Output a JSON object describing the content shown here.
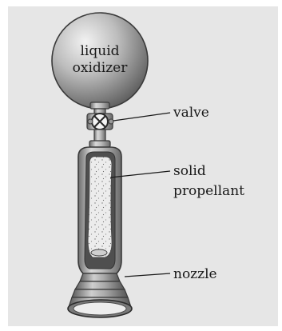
{
  "diagram": {
    "tank_label_line1": "liquid",
    "tank_label_line2": "oxidizer",
    "labels": {
      "valve": "valve",
      "solid_line1": "solid",
      "solid_line2": "propellant",
      "nozzle": "nozzle"
    },
    "colors": {
      "background": "#e6e6e6",
      "metal_dark": "#6f6f6f",
      "metal_light": "#d6d6d6",
      "propellant": "#e9e9e9",
      "outline": "#3a3a3a"
    }
  }
}
